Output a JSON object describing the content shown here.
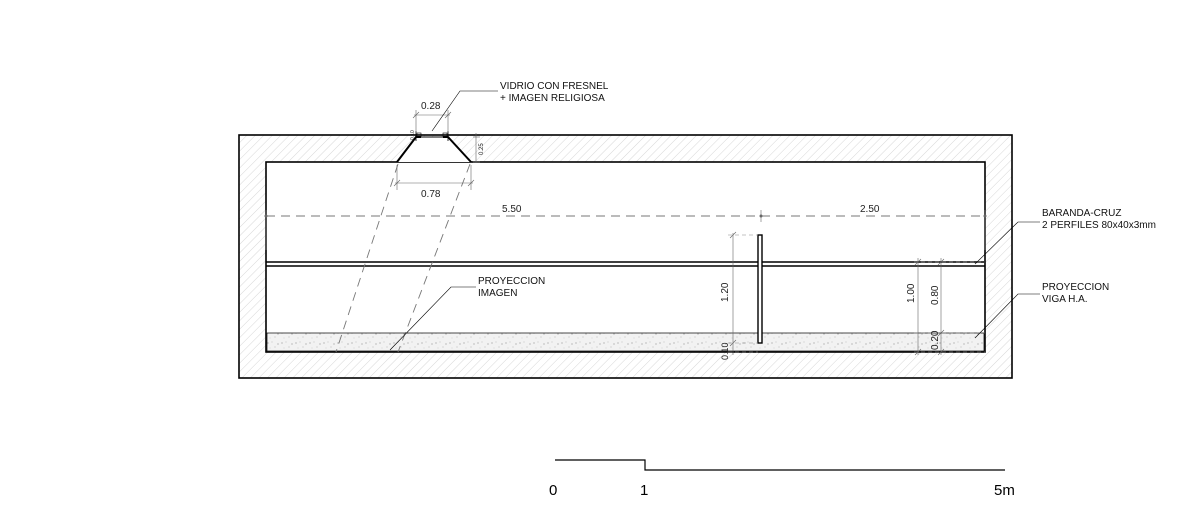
{
  "labels": {
    "vidrio_line1": "VIDRIO CON FRESNEL",
    "vidrio_line2": "+ IMAGEN RELIGIOSA",
    "baranda_line1": "BARANDA-CRUZ",
    "baranda_line2": "2 PERFILES 80x40x3mm",
    "proyeccion_viga_line1": "PROYECCION",
    "proyeccion_viga_line2": "VIGA H.A.",
    "proyeccion_imagen_line1": "PROYECCION",
    "proyeccion_imagen_line2": "IMAGEN"
  },
  "dimensions": {
    "top_width": "0.28",
    "bottom_width": "0.78",
    "small_height": "0.25",
    "small_height_2": "0.10",
    "span_left": "5.50",
    "span_right": "2.50",
    "cross_height": "1.20",
    "cross_base": "0.10",
    "rail_height": "1.00",
    "rail_height_2": "0.80",
    "beam_height": "0.20"
  },
  "scale_bar": {
    "label_0": "0",
    "label_1": "1",
    "label_5": "5m"
  }
}
